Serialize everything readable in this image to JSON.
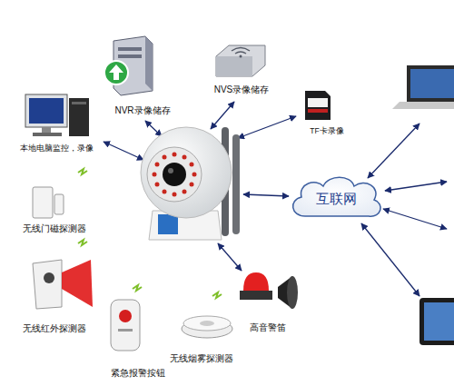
{
  "diagram": {
    "nodes": [
      {
        "text": [
          "NVS录像储存"
        ]
      },
      {
        "text": [
          "NVR录像储存"
        ]
      },
      {
        "text": [
          "TF卡录像"
        ]
      },
      {
        "text": [
          "本地电脑监控，录像"
        ]
      },
      {
        "text": [
          "互联网"
        ]
      },
      {
        "text": [
          "无线门磁探测器"
        ]
      },
      {
        "text": [
          "高音警笛"
        ]
      },
      {
        "text": [
          "无线红外探测器"
        ]
      },
      {
        "text": [
          "无线烟雾探测器"
        ]
      },
      {
        "text": [
          "紧急报警按钮"
        ]
      }
    ]
  }
}
